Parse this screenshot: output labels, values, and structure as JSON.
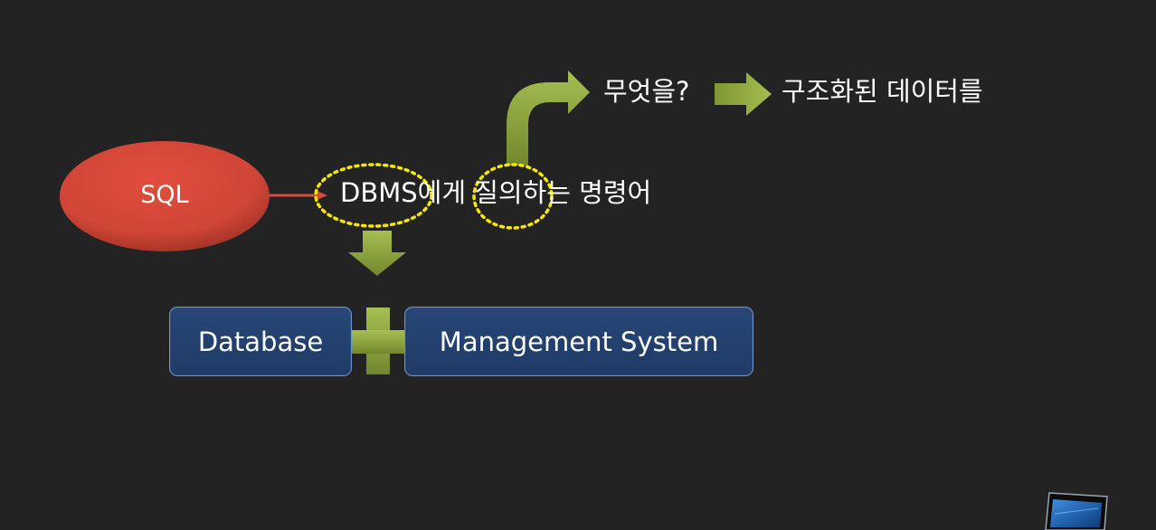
{
  "diagram": {
    "sql_label": "SQL",
    "definition": "DBMS에게 질의하는 명령어",
    "question": "무엇을?",
    "structured_data": "구조화된 데이터를",
    "database_label": "Database",
    "management_system_label": "Management System"
  },
  "colors": {
    "background": "#232323",
    "ellipse_red": "#d94a3b",
    "arrow_green": "#93ac42",
    "box_blue": "#223f6d",
    "box_border": "#6f93c8",
    "highlight_yellow": "#f5e800",
    "connector_red": "#d44a3d"
  },
  "icons": {
    "cursor": "mouse-pointer-icon",
    "corner_thumbnail": "window-thumbnail-icon"
  }
}
